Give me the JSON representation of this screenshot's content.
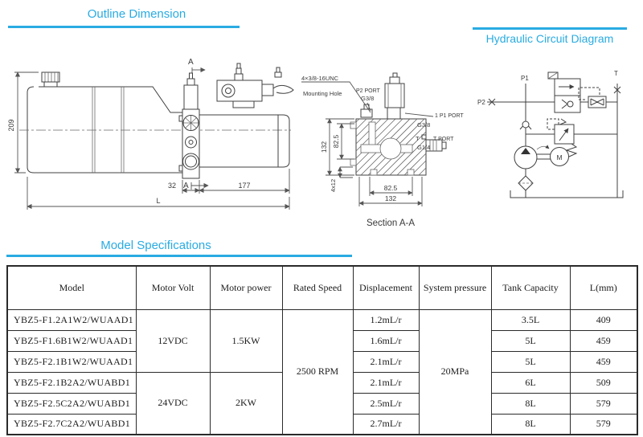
{
  "accent": "#29ABE2",
  "titles": {
    "outline": "Outline Dimension",
    "circuit": "Hydraulic Circuit Diagram",
    "specs": "Model Specifications"
  },
  "outline_drawing": {
    "dim_height": "209",
    "dim_block": "32",
    "dim_motor": "177",
    "dim_overall": "L",
    "section_label_top": "A",
    "section_label_bottom": "A"
  },
  "section_drawing": {
    "unc_note": "4×3/8-16UNC",
    "mounting_note": "Mounting Hole",
    "p2_port": "P2 PORT",
    "p2_thread": "G3/8",
    "p1_port": "1 P1 PORT",
    "p1_thread": "G3/8",
    "t_label": "T",
    "t_port": "T PORT",
    "t_thread": "G1/4",
    "dim_side_outer": "132",
    "dim_side_inner": "82.5",
    "dim_bottom_inner": "82.5",
    "dim_bottom_outer": "132",
    "dim_slot": "4x12",
    "caption": "Section A-A"
  },
  "circuit_drawing": {
    "port_p1": "P1",
    "port_p2": "P2",
    "port_t": "T",
    "motor": "M"
  },
  "spec_table": {
    "headers": [
      "Model",
      "Motor Volt",
      "Motor power",
      "Rated Speed",
      "Displacement",
      "System pressure",
      "Tank Capacity",
      "L(mm)"
    ],
    "merged": {
      "volt_12": "12VDC",
      "volt_24": "24VDC",
      "power_15": "1.5KW",
      "power_2": "2KW",
      "speed": "2500 RPM",
      "pressure": "20MPa"
    },
    "rows": [
      {
        "model": "YBZ5-F1.2A1W2/WUAAD1",
        "disp": "1.2mL/r",
        "tank": "3.5L",
        "l": "409"
      },
      {
        "model": "YBZ5-F1.6B1W2/WUAAD1",
        "disp": "1.6mL/r",
        "tank": "5L",
        "l": "459"
      },
      {
        "model": "YBZ5-F2.1B1W2/WUAAD1",
        "disp": "2.1mL/r",
        "tank": "5L",
        "l": "459"
      },
      {
        "model": "YBZ5-F2.1B2A2/WUABD1",
        "disp": "2.1mL/r",
        "tank": "6L",
        "l": "509"
      },
      {
        "model": "YBZ5-F2.5C2A2/WUABD1",
        "disp": "2.5mL/r",
        "tank": "8L",
        "l": "579"
      },
      {
        "model": "YBZ5-F2.7C2A2/WUABD1",
        "disp": "2.7mL/r",
        "tank": "8L",
        "l": "579"
      }
    ]
  }
}
